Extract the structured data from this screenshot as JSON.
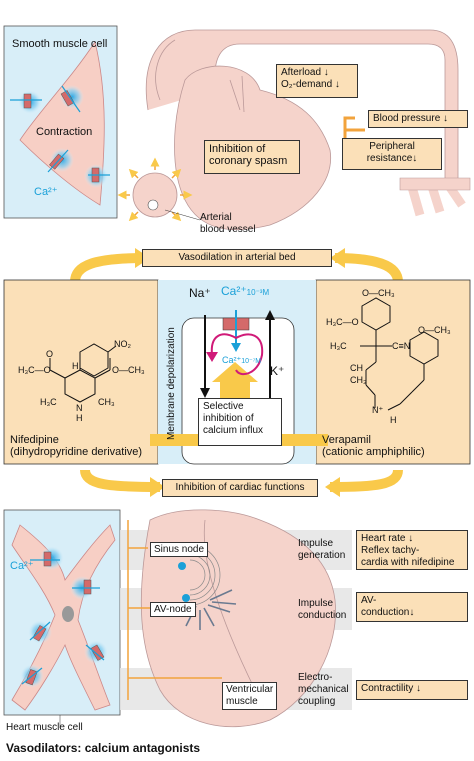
{
  "top": {
    "smooth_muscle_cell": "Smooth muscle cell",
    "contraction": "Contraction",
    "ca_ion": "Ca²⁺",
    "arterial_vessel": "Arterial\nblood vessel",
    "afterload": "Afterload ↓",
    "o2_demand": "O₂-demand ↓",
    "blood_pressure": "Blood pressure ↓",
    "peripheral_resistance": "Peripheral\nresistance↓",
    "coronary_spasm": "Inhibition of\ncoronary spasm",
    "vasodilation": "Vasodilation in arterial bed"
  },
  "middle": {
    "na_ion": "Na⁺",
    "ca_out": "Ca²⁺",
    "ca_out_conc": "10⁻³M",
    "ca_in": "Ca²⁺",
    "ca_in_conc": "10⁻⁷M",
    "k_ion": "K⁺",
    "membrane_depolarization": "Membrane depolarization",
    "selective_inhibition": "Selective\ninhibition of\ncalcium influx",
    "nifedipine_name": "Nifedipine\n(dihydropyridine derivative)",
    "verapamil_name": "Verapamil\n(cationic amphiphilic)",
    "nifedipine_labels": {
      "no2": "NO₂",
      "ester_left": "H₃C—O",
      "ester_right": "O—CH₃",
      "ch3_left": "H₃C",
      "ch3_right": "CH₃",
      "n": "N",
      "h_bottom": "H",
      "h_top": "H",
      "o": "O"
    },
    "verapamil_labels": {
      "och3": "O—CH₃",
      "h3c_o": "H₃C—O",
      "h3c": "H₃C",
      "ch3": "CH₃",
      "ch": "CH",
      "cn": "C≡N",
      "n_plus": "N⁺",
      "h": "H"
    }
  },
  "bottom": {
    "inhibition_cardiac": "Inhibition of cardiac functions",
    "ca_ion": "Ca²⁺",
    "sinus_node": "Sinus node",
    "av_node": "AV-node",
    "ventricular_muscle": "Ventricular\nmuscle",
    "impulse_generation": "Impulse\ngeneration",
    "impulse_conduction": "Impulse\nconduction",
    "electro_coupling": "Electro-\nmechanical\ncoupling",
    "heart_rate": "Heart rate ↓\nReflex tachy-\ncardia with nifedipine",
    "av_conduction": "AV-\nconduction↓",
    "contractility": "Contractility ↓",
    "heart_muscle_cell": "Heart muscle cell"
  },
  "caption": "Vasodilators: calcium antagonists",
  "colors": {
    "box_fill": "#fbe0b8",
    "cell_fill": "#f7cfc5",
    "vessel_fill": "#f5d3cb",
    "cell_panel": "#d8eef8",
    "arrow_yellow": "#f9c94a",
    "arrow_orange": "#f2a33c",
    "cyan": "#1aa0d8",
    "magenta": "#d01a78"
  }
}
